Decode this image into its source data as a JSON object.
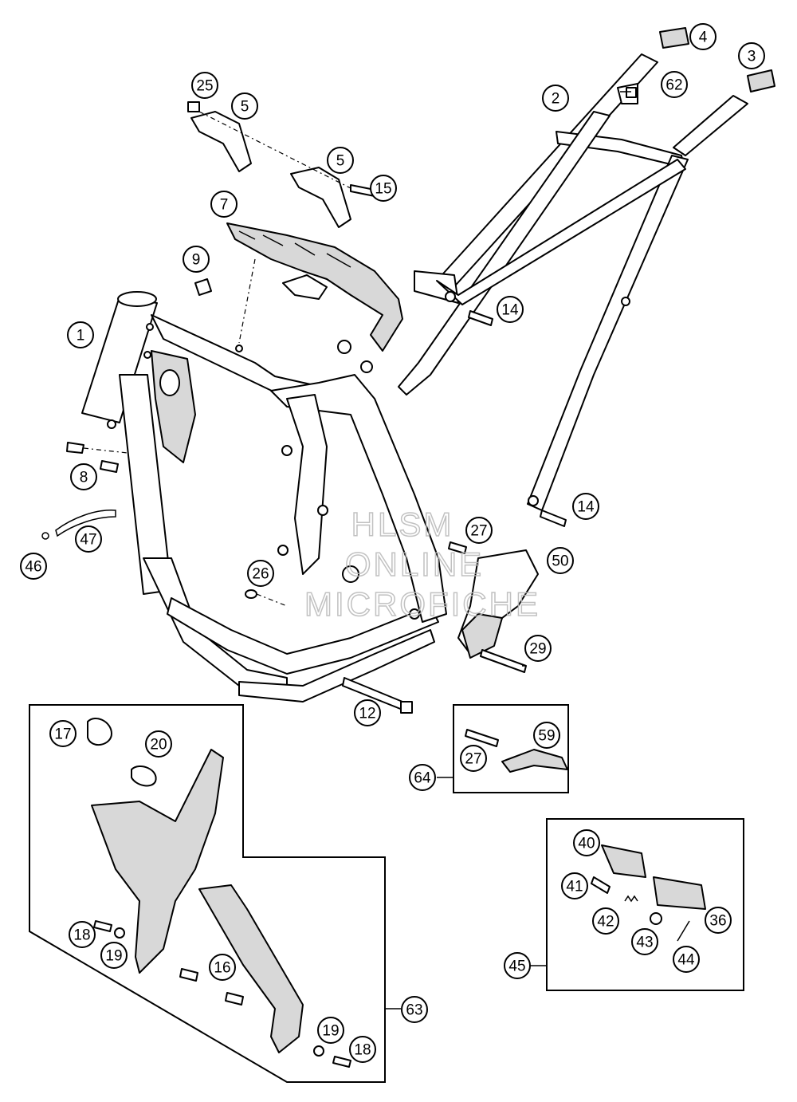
{
  "watermark": {
    "line1": "HLSM",
    "line2": "ONLINE",
    "line3": "MICROFICHE"
  },
  "callouts": [
    {
      "id": "c1",
      "label": "1"
    },
    {
      "id": "c2",
      "label": "2"
    },
    {
      "id": "c3",
      "label": "3"
    },
    {
      "id": "c4",
      "label": "4"
    },
    {
      "id": "c5a",
      "label": "5"
    },
    {
      "id": "c5b",
      "label": "5"
    },
    {
      "id": "c7",
      "label": "7"
    },
    {
      "id": "c8",
      "label": "8"
    },
    {
      "id": "c9",
      "label": "9"
    },
    {
      "id": "c12",
      "label": "12"
    },
    {
      "id": "c14a",
      "label": "14"
    },
    {
      "id": "c14b",
      "label": "14"
    },
    {
      "id": "c15",
      "label": "15"
    },
    {
      "id": "c16",
      "label": "16"
    },
    {
      "id": "c17",
      "label": "17"
    },
    {
      "id": "c18a",
      "label": "18"
    },
    {
      "id": "c18b",
      "label": "18"
    },
    {
      "id": "c19a",
      "label": "19"
    },
    {
      "id": "c19b",
      "label": "19"
    },
    {
      "id": "c20",
      "label": "20"
    },
    {
      "id": "c25",
      "label": "25"
    },
    {
      "id": "c26",
      "label": "26"
    },
    {
      "id": "c27a",
      "label": "27"
    },
    {
      "id": "c27b",
      "label": "27"
    },
    {
      "id": "c29",
      "label": "29"
    },
    {
      "id": "c36",
      "label": "36"
    },
    {
      "id": "c40",
      "label": "40"
    },
    {
      "id": "c41",
      "label": "41"
    },
    {
      "id": "c42",
      "label": "42"
    },
    {
      "id": "c43",
      "label": "43"
    },
    {
      "id": "c44",
      "label": "44"
    },
    {
      "id": "c45",
      "label": "45"
    },
    {
      "id": "c46",
      "label": "46"
    },
    {
      "id": "c47",
      "label": "47"
    },
    {
      "id": "c50",
      "label": "50"
    },
    {
      "id": "c59",
      "label": "59"
    },
    {
      "id": "c62",
      "label": "62"
    },
    {
      "id": "c63",
      "label": "63"
    },
    {
      "id": "c64",
      "label": "64"
    }
  ]
}
